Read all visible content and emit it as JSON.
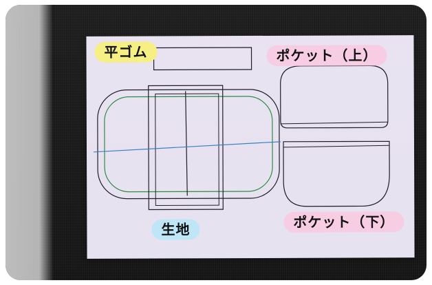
{
  "labels": {
    "flat_elastic": "平ゴム",
    "pocket_top": "ポケット（上）",
    "fabric": "生地",
    "pocket_bottom": "ポケット（下）"
  },
  "colors": {
    "paper": "#e7e2ef",
    "background_fabric": "#151515",
    "label_yellow": "#f6ef83",
    "label_pink": "#f6cde3",
    "label_blue": "#bfe6f7",
    "line_dark": "#1d1d2a",
    "line_green": "#2f8a44",
    "line_blue": "#3b7fbf"
  }
}
